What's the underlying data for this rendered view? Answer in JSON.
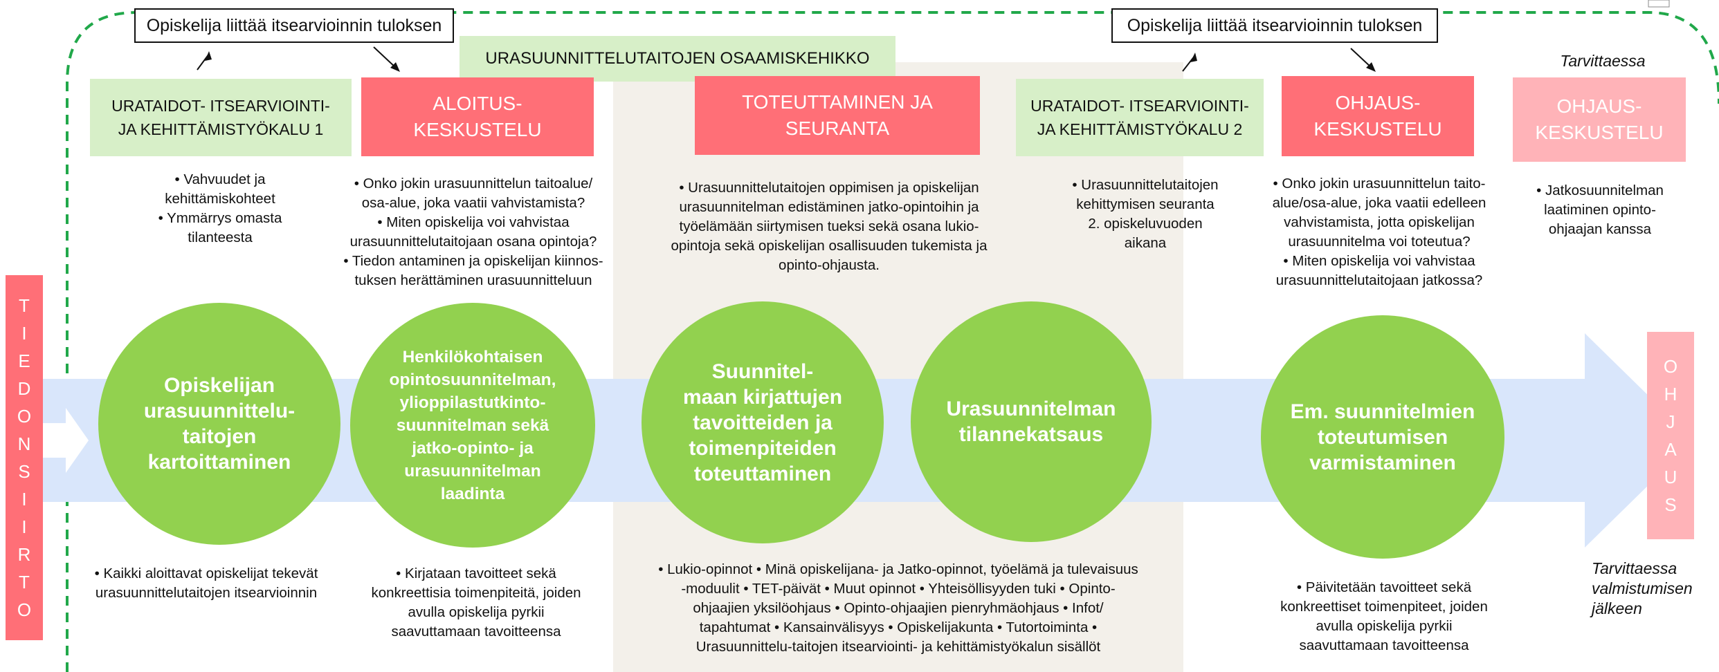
{
  "callouts": {
    "left": "Opiskelija liittää itsearvioinnin tuloksen",
    "right": "Opiskelija liittää itsearvioinnin tuloksen"
  },
  "framework_title": "URASUUNNITTELUTAITOJEN OSAAMISKEHIKKO",
  "tarvittaessa_top": "Tarvittaessa",
  "tarvittaessa_bottom": "Tarvittaessa\nvalmistumisen\njälkeen",
  "stages": {
    "s1": "URATAIDOT- ITSEARVIOINTI-\nJA KEHITTÄMISTYÖKALU 1",
    "s2": "ALOITUS-\nKESKUSTELU",
    "s3": "TOTEUTTAMINEN JA\nSEURANTA",
    "s4": "URATAIDOT- ITSEARVIOINTI-\nJA KEHITTÄMISTYÖKALU 2",
    "s5": "OHJAUS-\nKESKUSTELU",
    "s6": "OHJAUS-\nKESKUSTELU"
  },
  "top_texts": {
    "t1": "• Vahvuudet ja\nkehittämiskohteet\n• Ymmärrys omasta\ntilanteesta",
    "t2": "• Onko jokin urasuunnittelun taitoalue/\nosa-alue, joka vaatii vahvistamista?\n• Miten opiskelija voi vahvistaa\nurasuunnittelutaitojaan osana opintoja?\n• Tiedon antaminen ja opiskelijan kiinnos-\ntuksen herättäminen urasuunnitteluun",
    "t3": "• Urasuunnittelutaitojen oppimisen ja opiskelijan\nurasuunnitelman edistäminen jatko-opintoihin ja\ntyöelämään siirtymisen tueksi sekä osana  lukio-\nopintoja sekä opiskelijan osallisuuden tukemista ja\nopinto-ohjausta.",
    "t4": "• Urasuunnittelutaitojen\nkehittymisen seuranta\n2. opiskeluvuoden\naikana",
    "t5": "• Onko jokin urasuunnittelun taito-\nalue/osa-alue, joka vaatii edelleen\nvahvistamista, jotta opiskelijan\nurasuunnitelma voi toteutua?\n• Miten opiskelija voi vahvistaa\nurasuunnittelutaitojaan jatkossa?",
    "t6": "• Jatkosuunnitelman\nlaatiminen opinto-\nohjaajan  kanssa"
  },
  "circles": {
    "c1": "Opiskelijan\nurasuunnittelu-\ntaitojen\nkartoittaminen",
    "c2": "Henkilökohtaisen\nopintosuunnitelman,\nylioppilastutkinto-\nsuunnitelman sekä\njatko-opinto- ja\nurasuunnitelman\nlaadinta",
    "c3": "Suunnitel-\nmaan kirjattujen\ntavoitteiden ja\ntoimenpiteiden\ntoteuttaminen",
    "c4": "Urasuunnitelman\ntilannekatsaus",
    "c5": "Em. suunnitelmien\ntoteutumisen\nvarmistaminen"
  },
  "bottom_texts": {
    "b1": "•  Kaikki aloittavat opiskelijat tekevät\nurasuunnittelutaitojen itsearvioinnin",
    "b2": "• Kirjataan tavoitteet sekä\nkonkreettisia toimenpiteitä, joiden\navulla opiskelija pyrkii\nsaavuttamaan tavoitteensa",
    "b3": "• Lukio-opinnot  • Minä opiskelijana- ja Jatko-opinnot, työelämä ja tulevaisuus\n-moduulit • TET-päivät • Muut opinnot  • Yhteisöllisyyden tuki  • Opinto-\nohjaajien yksilöohjaus  • Opinto-ohjaajien pienryhmäohjaus  • Infot/\ntapahtumat  • Kansainvälisyys  • Opiskelijakunta  • Tutortoiminta •\nUrasuunnittelu-taitojen itsearviointi- ja kehittämistyökalun sisällöt",
    "b4": "• Päivitetään tavoitteet sekä\nkonkreettiset toimenpiteet, joiden\navulla opiskelija pyrkii\nsaavuttamaan tavoitteensa"
  },
  "side_left": [
    "T",
    "I",
    "E",
    "D",
    "O",
    "N",
    "S",
    "I",
    "I",
    "R",
    "T",
    "O"
  ],
  "side_right": [
    "O",
    "H",
    "J",
    "A",
    "U",
    "S"
  ],
  "colors": {
    "green_circle": "#92d14f",
    "red_box": "#ff6f77",
    "pink_box": "#ffb3b8",
    "light_green_box": "#d7efc8",
    "arrow": "#d9e6fb",
    "dashed_line": "#21a84a"
  }
}
